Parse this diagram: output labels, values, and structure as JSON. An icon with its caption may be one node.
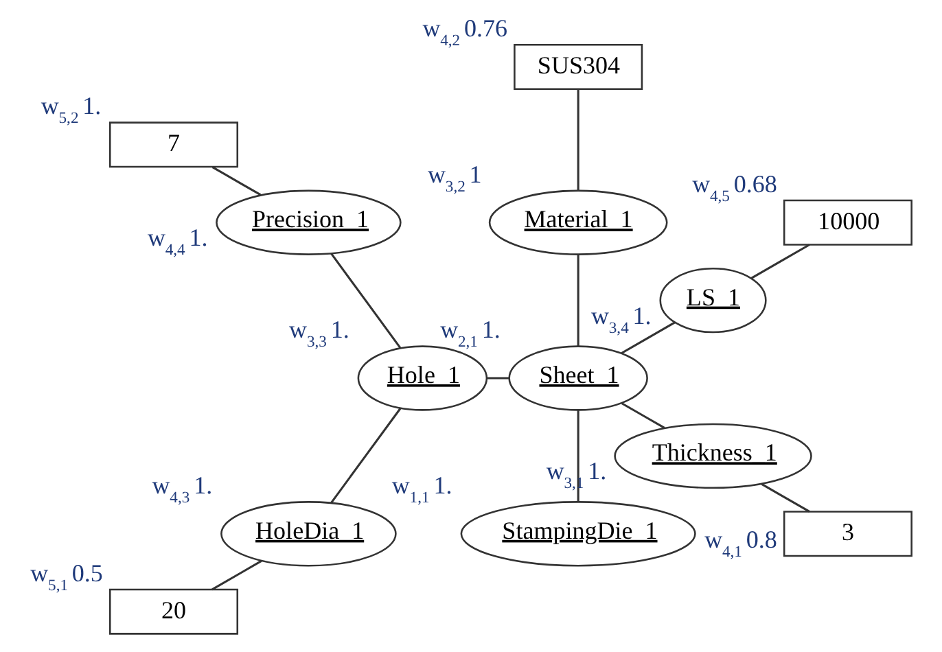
{
  "diagram": {
    "nodes": [
      {
        "text": [
          "StampingDie_1"
        ],
        "beside": [
          "w$_{1,1}$",
          "1."
        ]
      },
      {
        "text": [
          "Thickness_1"
        ],
        "beside": [
          "w$_{3,1}$",
          "1."
        ]
      },
      {
        "text": [
          "LS_1"
        ],
        "beside": [
          "w$_{3,4}$",
          "1."
        ]
      },
      {
        "text": [
          "10000"
        ],
        "beside": [
          "w$_{4,5}$",
          "0.68"
        ]
      },
      {
        "text": [
          "3"
        ],
        "beside": [
          "w$_{4,1}$",
          "0.8"
        ]
      },
      {
        "text": [
          "Sheet_1"
        ],
        "beside": [
          "w$_{2,1}$",
          "1."
        ]
      },
      {
        "text": [
          "Material_1"
        ],
        "beside": [
          "w$_{3,2}$",
          "1"
        ]
      },
      {
        "text": [
          "Hole_1"
        ],
        "beside": [
          "w$_{3,3}$",
          "1."
        ]
      },
      {
        "text": [
          "Precision_1"
        ],
        "beside": [
          "w$_{4,4}$",
          "1."
        ]
      },
      {
        "text": [
          "HoleDia_1"
        ],
        "beside": [
          "w$_{4,3}$",
          "1."
        ]
      },
      {
        "text": [
          "SUS304"
        ],
        "beside": [
          "w$_{4,2}$",
          "0.76"
        ]
      },
      {
        "text": [
          "20"
        ],
        "beside": [
          "w$_{5,1}$",
          "0.5"
        ]
      },
      {
        "text": [
          "7"
        ],
        "beside": [
          "w$_{5,2}$",
          "1."
        ]
      }
    ],
    "edges": [
      {
        "from": 0,
        "to": 5,
        "arrow": "none"
      },
      {
        "from": 1,
        "to": 5,
        "arrow": "none"
      },
      {
        "from": 1,
        "to": 4,
        "arrow": "none"
      },
      {
        "from": 5,
        "to": 2,
        "arrow": "none"
      },
      {
        "from": 2,
        "to": 3,
        "arrow": "none"
      },
      {
        "from": 5,
        "to": 6,
        "arrow": "none"
      },
      {
        "from": 6,
        "to": 10,
        "arrow": "none"
      },
      {
        "from": 5,
        "to": 7,
        "arrow": "none"
      },
      {
        "from": 7,
        "to": 9,
        "arrow": "none"
      },
      {
        "from": 7,
        "to": 8,
        "arrow": "none"
      },
      {
        "from": 9,
        "to": 11,
        "arrow": "none"
      },
      {
        "from": 8,
        "to": 12,
        "arrow": "none"
      }
    ]
  }
}
